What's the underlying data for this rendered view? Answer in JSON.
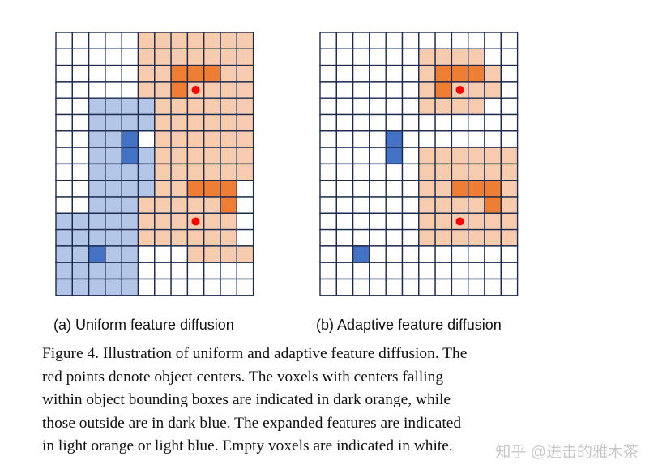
{
  "colors": {
    "grid_line": "#1b2a4e",
    "empty": "#ffffff",
    "light_orange": "#f7cbad",
    "dark_orange": "#ee7e33",
    "light_blue": "#b4c6e7",
    "dark_blue": "#4472c4",
    "center_point": "#ff0000"
  },
  "grid": {
    "cols": 12,
    "rows": 16
  },
  "panels": [
    {
      "id": "a",
      "label": "(a) Uniform feature diffusion",
      "light_orange": [
        [
          5,
          0,
          11,
          5
        ],
        [
          4,
          6,
          4,
          6
        ],
        [
          6,
          6,
          11,
          8
        ],
        [
          4,
          7,
          10,
          12
        ],
        [
          8,
          13,
          11,
          13
        ]
      ],
      "dark_orange": [
        [
          7,
          2,
          9,
          2
        ],
        [
          7,
          3,
          7,
          3
        ],
        [
          8,
          9,
          10,
          9
        ],
        [
          10,
          10,
          10,
          10
        ]
      ],
      "light_blue": [
        [
          2,
          4,
          5,
          5
        ],
        [
          2,
          6,
          3,
          6
        ],
        [
          2,
          7,
          5,
          9
        ],
        [
          2,
          10,
          4,
          10
        ],
        [
          0,
          11,
          4,
          15
        ]
      ],
      "dark_blue": [
        [
          4,
          6,
          4,
          7
        ],
        [
          2,
          13,
          2,
          13
        ]
      ],
      "centers": [
        [
          8.5,
          3.5
        ],
        [
          8.5,
          11.5
        ]
      ]
    },
    {
      "id": "b",
      "label": "(b) Adaptive feature diffusion",
      "light_orange": [
        [
          6,
          1,
          9,
          1
        ],
        [
          6,
          2,
          10,
          3
        ],
        [
          6,
          4,
          9,
          4
        ],
        [
          6,
          7,
          11,
          12
        ]
      ],
      "dark_orange": [
        [
          7,
          2,
          9,
          2
        ],
        [
          7,
          3,
          7,
          3
        ],
        [
          8,
          9,
          10,
          9
        ],
        [
          10,
          10,
          10,
          10
        ]
      ],
      "light_blue": [],
      "dark_blue": [
        [
          4,
          6,
          4,
          7
        ],
        [
          2,
          13,
          2,
          13
        ]
      ],
      "centers": [
        [
          8.5,
          3.5
        ],
        [
          8.5,
          11.5
        ]
      ]
    }
  ],
  "caption": [
    "Figure 4. Illustration of uniform and adaptive feature diffusion. The",
    "red points denote object centers. The voxels with centers falling",
    "within object bounding boxes are indicated in dark orange, while",
    "those outside are in dark blue. The expanded features are indicated",
    "in light orange or light blue. Empty voxels are indicated in white."
  ],
  "watermark": "知乎 @进击的雅木茶"
}
